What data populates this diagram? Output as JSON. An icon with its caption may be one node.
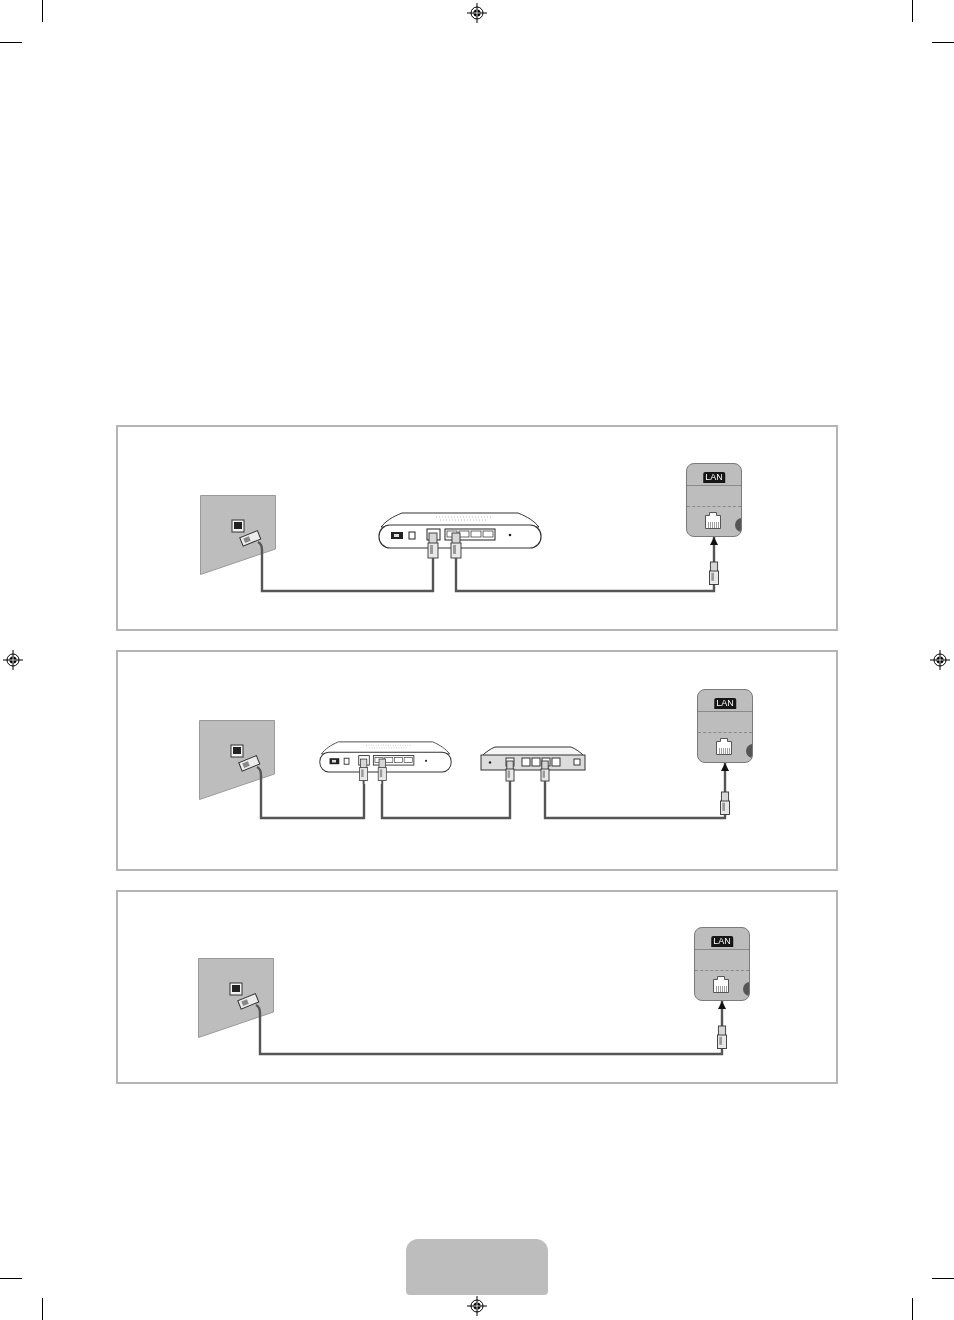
{
  "diagram": {
    "nodes": [
      {
        "text": [],
        "shape": "box"
      },
      {
        "text": [],
        "shape": "picture",
        "in": 0
      },
      {
        "text": [],
        "shape": "picture",
        "in": 0
      },
      {
        "text": [
          "LAN"
        ],
        "in": 0
      },
      {
        "text": [],
        "shape": "box"
      },
      {
        "text": [],
        "shape": "picture",
        "in": 4
      },
      {
        "text": [],
        "shape": "picture",
        "in": 4
      },
      {
        "text": [],
        "shape": "picture",
        "in": 4
      },
      {
        "text": [
          "LAN"
        ],
        "in": 4
      },
      {
        "text": [],
        "shape": "box"
      },
      {
        "text": [],
        "shape": "picture",
        "in": 9
      },
      {
        "text": [
          "LAN"
        ],
        "in": 9
      }
    ],
    "edges": [
      {
        "from": 1,
        "to": 2,
        "arrow": "none"
      },
      {
        "from": 2,
        "to": 3,
        "arrow": "to"
      },
      {
        "from": 5,
        "to": 6,
        "arrow": "none"
      },
      {
        "from": 6,
        "to": 7,
        "arrow": "none"
      },
      {
        "from": 7,
        "to": 8,
        "arrow": "to"
      },
      {
        "from": 10,
        "to": 11,
        "arrow": "to"
      }
    ]
  }
}
